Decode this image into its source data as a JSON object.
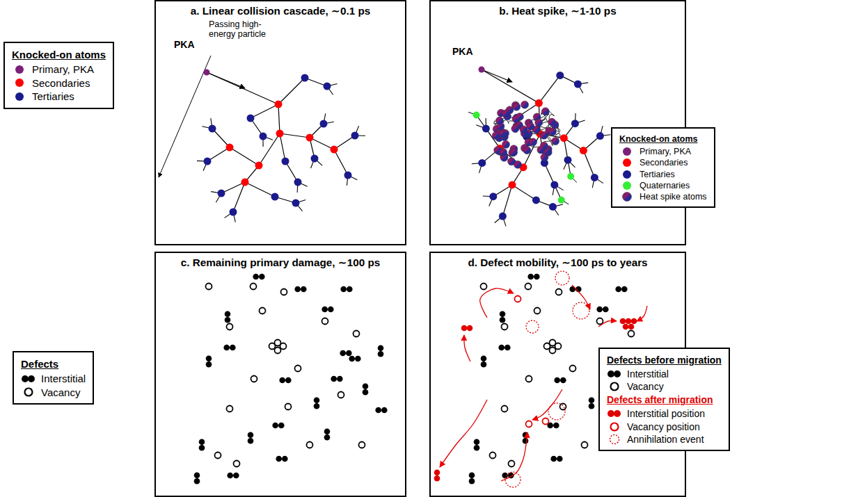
{
  "diagram": {
    "nodes": [
      {
        "text": [
          "Knocked-on atoms"
        ]
      },
      {
        "text": [
          "a. Linear collision cascade, ∼0.1 ps"
        ]
      },
      {
        "text": [
          "b. Heat spike, ∼1-10 ps"
        ]
      },
      {
        "text": [
          "Knocked-on atoms"
        ]
      },
      {
        "text": [
          "Defects"
        ]
      },
      {
        "text": [
          "c. Remaining primary damage, ∼100 ps"
        ]
      },
      {
        "text": [
          "d. Defect mobility, ∼100 ps to years"
        ]
      },
      {
        "text": [
          "Defects before migration",
          "Defects after migration"
        ]
      }
    ],
    "labels": [
      "Passing high-energy particle",
      "PKA",
      "PKA"
    ],
    "legend": [
      {
        "text": "Primary, PKA",
        "color": "#7b1f7b"
      },
      {
        "text": "Secondaries",
        "color": "#ff0000"
      },
      {
        "text": "Tertiaries",
        "color": "#1a1a8c"
      },
      {
        "text": "Primary, PKA",
        "color": "#7b1f7b"
      },
      {
        "text": "Secondaries",
        "color": "#ff0000"
      },
      {
        "text": "Tertiaries",
        "color": "#1a1a8c"
      },
      {
        "text": "Quaternaries",
        "color": "#33ee33"
      },
      {
        "text": "Heat spike atoms"
      },
      {
        "text": "Interstitial"
      },
      {
        "text": "Vacancy"
      },
      {
        "text": "Interstitial"
      },
      {
        "text": "Vacancy"
      },
      {
        "text": "Interstitial position"
      },
      {
        "text": "Vacancy position"
      },
      {
        "text": "Annihilation event"
      }
    ]
  }
}
